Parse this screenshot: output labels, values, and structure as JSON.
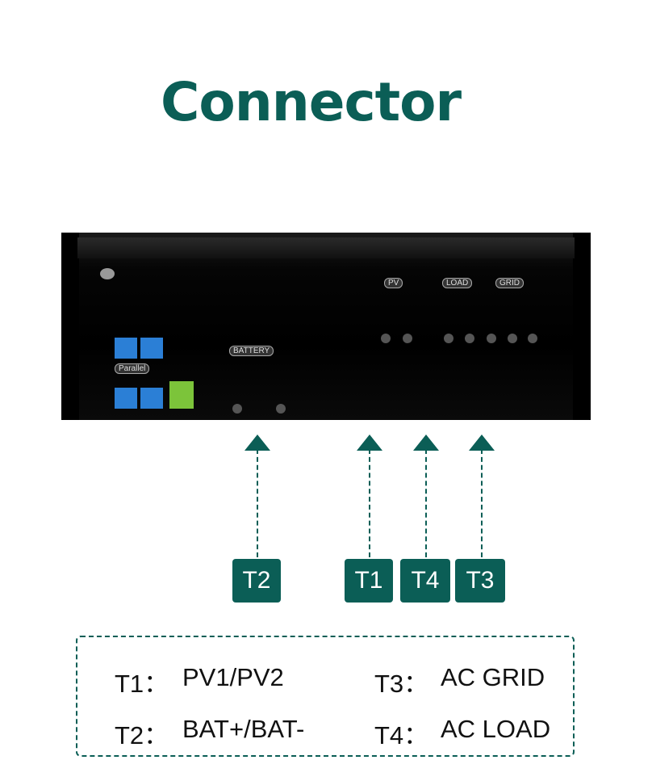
{
  "title": "Connector",
  "device_labels": {
    "pv": "PV",
    "load": "LOAD",
    "grid": "GRID",
    "parallel": "Parallel",
    "battery": "BATTERY"
  },
  "tags": {
    "t1": "T1",
    "t2": "T2",
    "t3": "T3",
    "t4": "T4"
  },
  "legend": [
    {
      "key": "T1：",
      "value": "PV1/PV2"
    },
    {
      "key": "T2：",
      "value": "BAT+/BAT-"
    },
    {
      "key": "T3：",
      "value": "AC GRID"
    },
    {
      "key": "T4：",
      "value": "AC LOAD"
    }
  ],
  "colors": {
    "accent": "#0b5e56"
  }
}
